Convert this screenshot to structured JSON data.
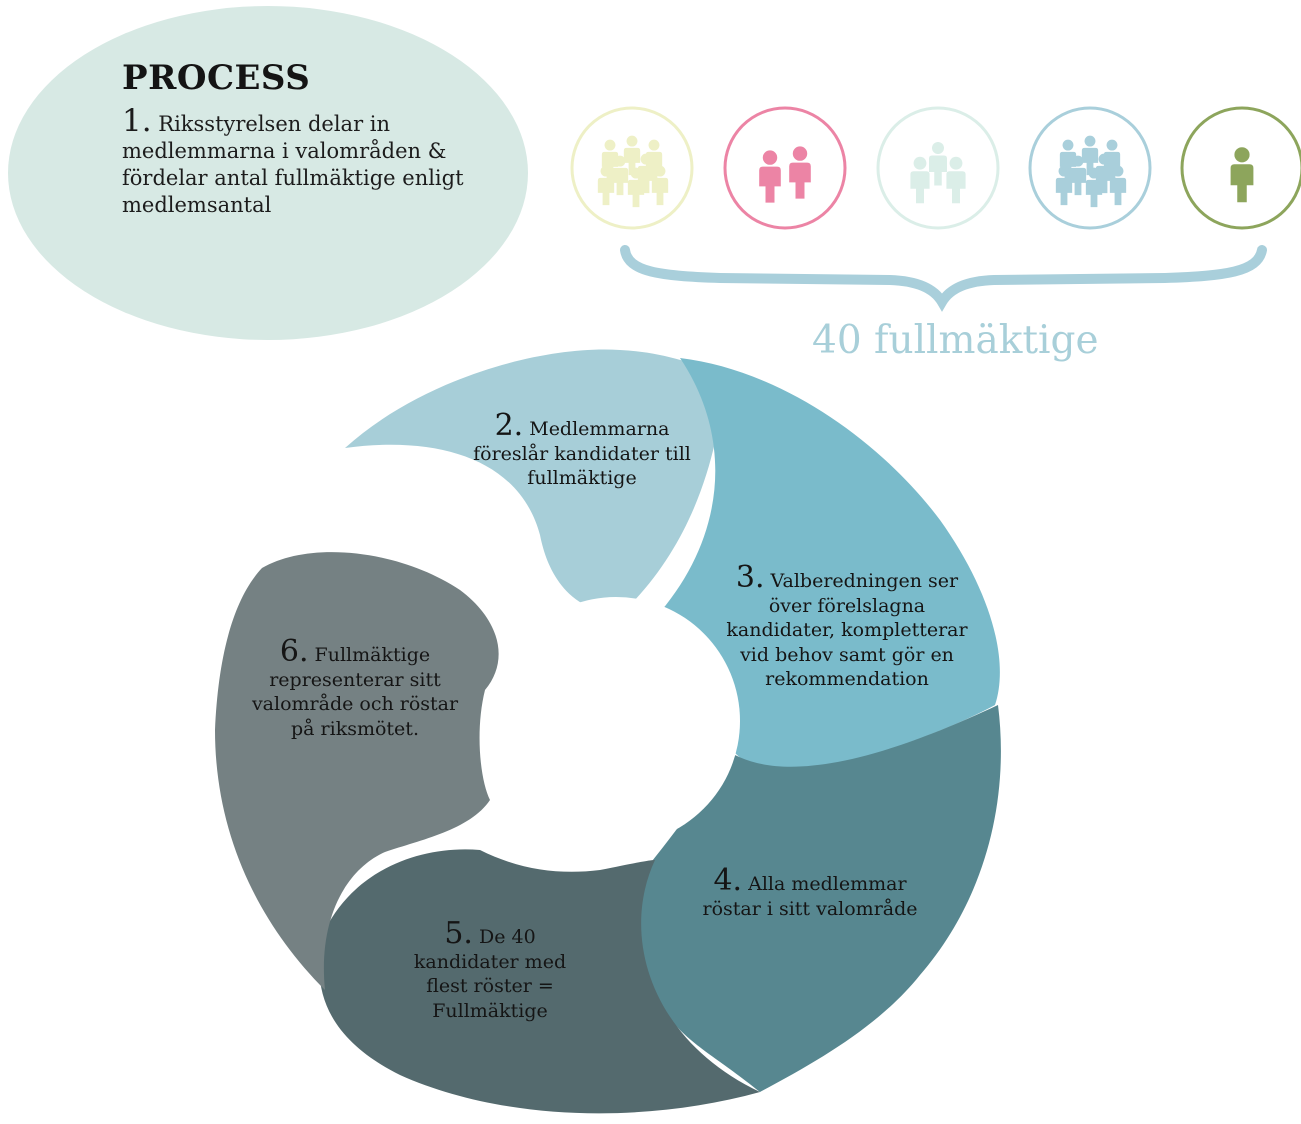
{
  "process": {
    "title": "PROCESS",
    "step_number": "1.",
    "text": "Riksstyrelsen delar in medlemmarna i valområden & fördelar antal fullmäktige enligt medlemsantal"
  },
  "groups": {
    "label": "40 fullmäktige",
    "circles": [
      {
        "icon": "people-group-icon",
        "color": "#eef0c6",
        "people": 6
      },
      {
        "icon": "people-pair-icon",
        "color": "#ec84a5",
        "people": 2
      },
      {
        "icon": "people-trio-icon",
        "color": "#dbeee8",
        "people": 3
      },
      {
        "icon": "people-group-icon",
        "color": "#a9cfdb",
        "people": 6
      },
      {
        "icon": "person-icon",
        "color": "#8da55c",
        "people": 1
      }
    ]
  },
  "steps": [
    {
      "number": "2.",
      "text": "Medlemmarna föreslår kandidater till fullmäktige",
      "color": "#a7ced8"
    },
    {
      "number": "3.",
      "text": "Valberedningen ser över förelslagna kandidater, kompletterar vid behov samt gör en rekommendation",
      "color": "#7abbcb"
    },
    {
      "number": "4.",
      "text": "Alla medlemmar röstar i sitt valområde",
      "color": "#578790"
    },
    {
      "number": "5.",
      "text": "De 40 kandidater med flest röster = Fullmäktige",
      "color": "#546a6e"
    },
    {
      "number": "6.",
      "text": "Fullmäktige representerar sitt valområde och röstar på riksmötet.",
      "color": "#758183"
    }
  ]
}
